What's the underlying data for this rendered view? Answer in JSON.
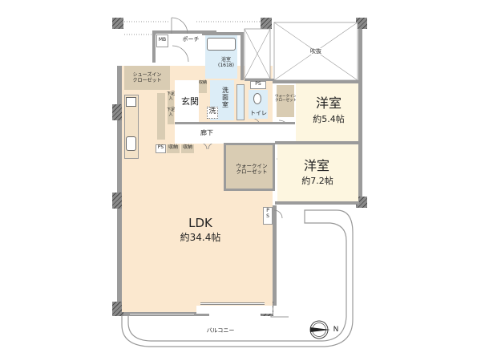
{
  "floorplan": {
    "rooms": {
      "ldk": {
        "name": "LDK",
        "area": "約34.4帖"
      },
      "western1": {
        "name": "洋室",
        "area": "約5.4帖"
      },
      "western2": {
        "name": "洋室",
        "area": "約7.2帖"
      },
      "entrance": {
        "name": "玄関"
      },
      "corridor": {
        "name": "廊下"
      },
      "washroom": {
        "name": "洗面室"
      },
      "washer": {
        "name": "洗"
      },
      "bath": {
        "name": "浴室",
        "size": "(1618)"
      },
      "toilet": {
        "name": "トイレ"
      },
      "porch": {
        "name": "ポーチ"
      },
      "mb": {
        "name": "MB"
      },
      "void": {
        "name": "吹抜"
      },
      "balcony": {
        "name": "バルコニー"
      },
      "shoe_closet": {
        "name": "シューズイン",
        "name2": "クローゼット"
      },
      "wic_small": {
        "name": "ウォークイン",
        "name2": "クローゼット"
      },
      "wic_large": {
        "name": "ウォークイン",
        "name2": "クローゼット"
      },
      "ps_top": {
        "name": "PS"
      },
      "ps_corridor": {
        "name": "PS"
      },
      "ps_right": {
        "name": "P",
        "name2": "S"
      },
      "storage1": {
        "name": "収納"
      },
      "storage2": {
        "name": "収納"
      },
      "storage_small": {
        "name": "収納"
      },
      "shoe_rack1": {
        "name": "下足入"
      },
      "shoe_rack2": {
        "name": "下足入"
      }
    },
    "compass": {
      "label": "N"
    }
  }
}
